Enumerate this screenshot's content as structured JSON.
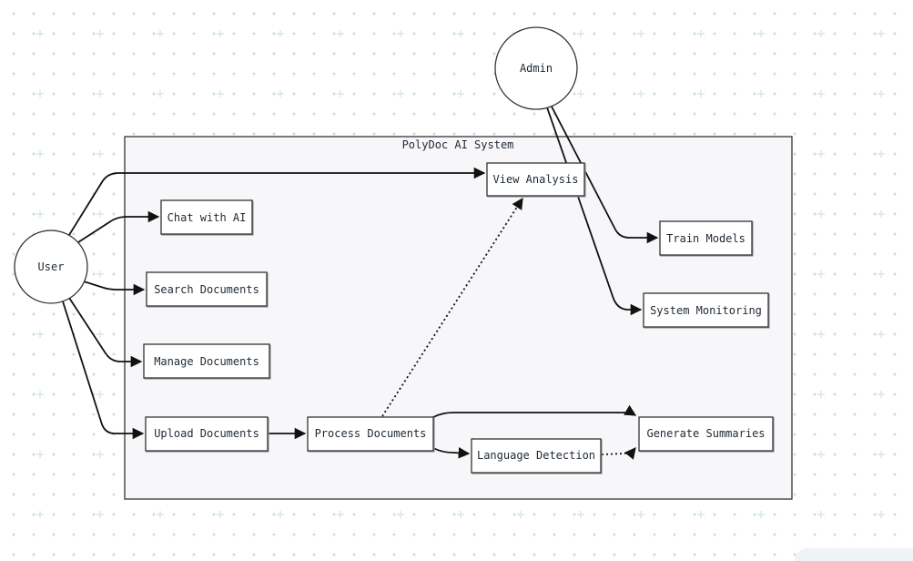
{
  "system": {
    "title": "PolyDoc AI System"
  },
  "actors": {
    "user": "User",
    "admin": "Admin"
  },
  "use_cases": {
    "view_analysis": "View Analysis",
    "chat_with_ai": "Chat with AI",
    "search_documents": "Search Documents",
    "manage_documents": "Manage Documents",
    "upload_documents": "Upload Documents",
    "process_documents": "Process Documents",
    "language_detection": "Language Detection",
    "generate_summaries": "Generate Summaries",
    "train_models": "Train Models",
    "system_monitoring": "System Monitoring"
  },
  "colors": {
    "boundary_fill": "#f7f7fa",
    "stroke": "#333333",
    "dot_grid": "#c9dde0"
  }
}
